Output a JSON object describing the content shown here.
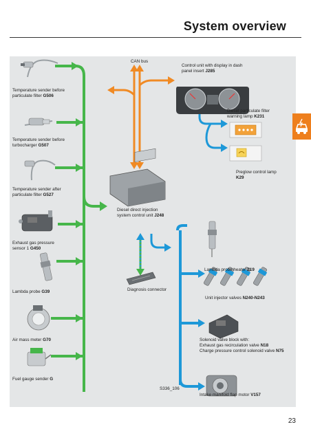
{
  "header": {
    "title": "System overview"
  },
  "labels": {
    "can_bus": "CAN bus",
    "dash_panel": {
      "text": "Control unit with display in dash panel insert",
      "code": "J285"
    },
    "temp_g506": {
      "text": "Temperature sender before particulate filter",
      "code": "G506"
    },
    "diesel_filter_lamp": {
      "text": "Diesel particulate filter warning lamp",
      "code": "K231"
    },
    "temp_g507": {
      "text": "Temperature sender before turbocharger",
      "code": "G507"
    },
    "preglow_lamp": {
      "text": "Preglow control lamp",
      "code": "K29"
    },
    "temp_g527": {
      "text": "Temperature sender after particulate filter",
      "code": "G527"
    },
    "engine_cu": {
      "text": "Diesel direct injection system control unit",
      "code": "J248"
    },
    "exhaust_pressure": {
      "text": "Exhaust gas pressure sensor 1",
      "code": "G450"
    },
    "lambda_heater": {
      "text": "Lambda probe heater",
      "code": "Z19"
    },
    "lambda_probe": {
      "text": "Lambda probe",
      "code": "G39"
    },
    "diagnosis": {
      "text": "Diagnosis connector"
    },
    "injector_valves": {
      "text": "Unit injector valves",
      "code": "N240-N243"
    },
    "air_mass": {
      "text": "Air mass meter",
      "code": "G70"
    },
    "solenoid": {
      "line1": "Solenoid valve block with:",
      "line2_text": "Exhaust gas recirculation valve",
      "line2_code": "N18",
      "line3_text": "Charge pressure control solenoid valve",
      "line3_code": "N75"
    },
    "fuel_gauge": {
      "text": "Fuel gauge sender",
      "code": "G"
    },
    "figure_id": "S336_106",
    "intake_flap": {
      "text": "Intake manifold flap motor",
      "code": "V157"
    }
  },
  "footer": {
    "page_number": "23"
  },
  "colors": {
    "input": "#46b64a",
    "output": "#1d98d8",
    "can": "#f08a24",
    "tab": "#ee7f1d",
    "panel": "#e4e6e7"
  }
}
